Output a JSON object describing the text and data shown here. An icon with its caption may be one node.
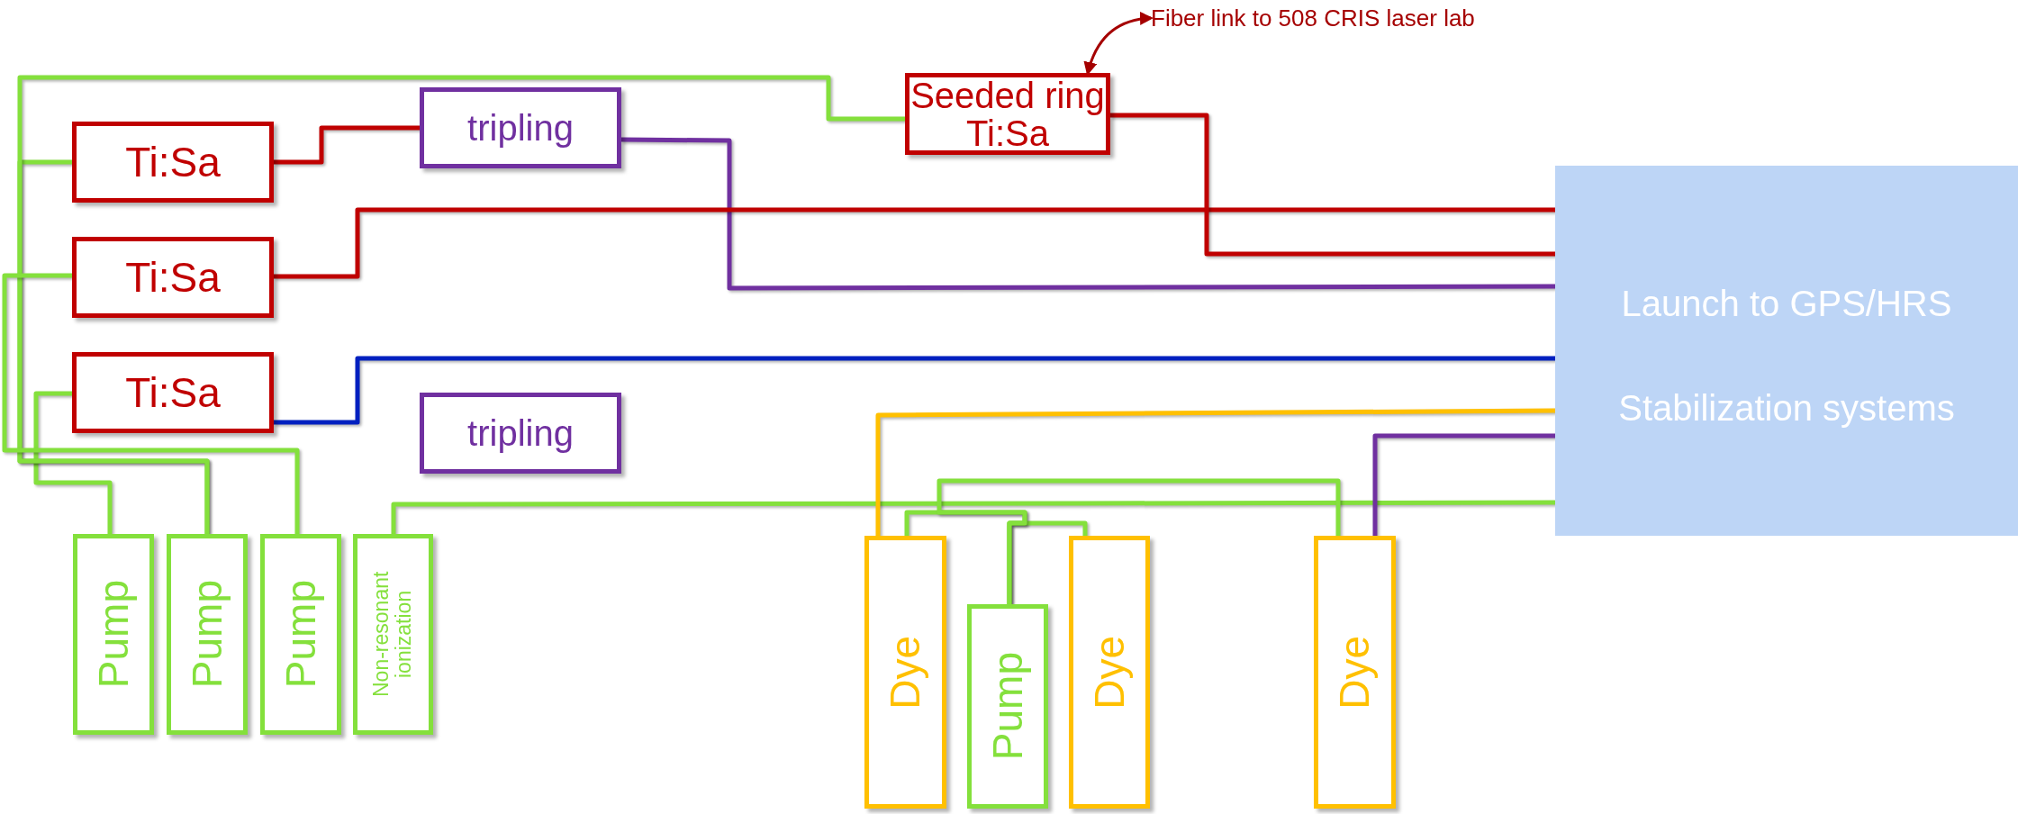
{
  "diagram": {
    "nodes": [
      {
        "text": [
          "Fiber link to 508 CRIS laser lab"
        ]
      },
      {
        "text": [
          "Seeded ring Ti:Sa"
        ]
      },
      {
        "text": [
          "tripling"
        ]
      },
      {
        "text": [
          "Ti:Sa"
        ]
      },
      {
        "text": [
          "Ti:Sa"
        ]
      },
      {
        "text": [
          "Ti:Sa"
        ]
      },
      {
        "text": [
          "Launch to GPS/HRS",
          "Stabilization systems"
        ]
      },
      {
        "text": [
          "tripling"
        ]
      },
      {
        "text": [
          "Pump"
        ]
      },
      {
        "text": [
          "Pump"
        ]
      },
      {
        "text": [
          "Pump"
        ]
      },
      {
        "text": [
          "Non-resonant ionization"
        ]
      },
      {
        "text": [
          "Dye"
        ]
      },
      {
        "text": [
          "Pump"
        ]
      },
      {
        "text": [
          "Dye"
        ]
      },
      {
        "text": [
          "Dye"
        ]
      }
    ],
    "edges": [
      {
        "from": 0,
        "to": 1,
        "arrow": "both",
        "color": "#a50000"
      },
      {
        "from": 8,
        "to": 5,
        "arrow": "none"
      },
      {
        "from": 9,
        "to": 3,
        "arrow": "none"
      },
      {
        "from": 9,
        "to": 1,
        "arrow": "none"
      },
      {
        "from": 10,
        "to": 4,
        "arrow": "none"
      },
      {
        "from": 11,
        "to": 6,
        "arrow": "none"
      },
      {
        "from": 3,
        "to": 2,
        "arrow": "none",
        "color": "#c00000"
      },
      {
        "from": 2,
        "to": 6,
        "arrow": "none",
        "color": "#7030a0"
      },
      {
        "from": 4,
        "to": 6,
        "arrow": "none",
        "color": "#c00000"
      },
      {
        "from": 1,
        "to": 6,
        "arrow": "none",
        "color": "#c00000"
      },
      {
        "from": 5,
        "to": 6,
        "arrow": "none",
        "color": "#0020c0"
      },
      {
        "from": 12,
        "to": 6,
        "arrow": "none",
        "color": "#ffc000"
      },
      {
        "from": 15,
        "to": 6,
        "arrow": "none",
        "color": "#7030a0"
      },
      {
        "from": 13,
        "to": 12,
        "arrow": "none"
      },
      {
        "from": 13,
        "to": 14,
        "arrow": "none"
      },
      {
        "from": 13,
        "to": 15,
        "arrow": "none"
      }
    ]
  }
}
